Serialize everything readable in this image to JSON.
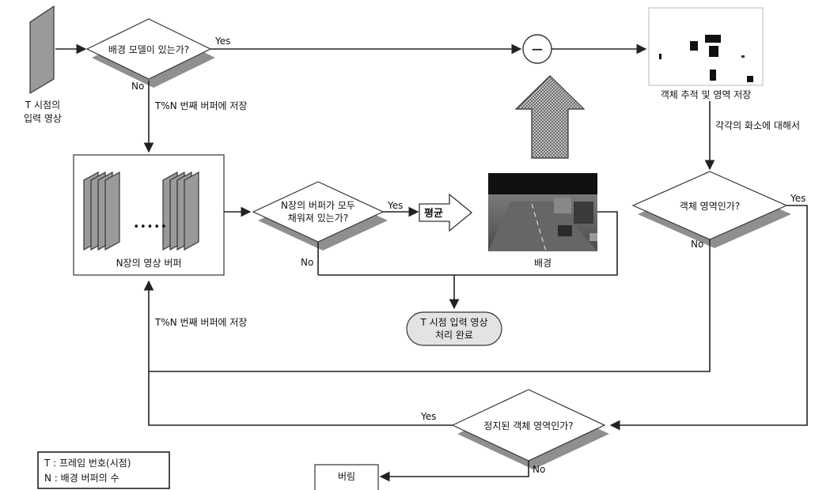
{
  "input": {
    "label_line1": "T 시점의",
    "label_line2": "입력 영상"
  },
  "decision1": {
    "text": "배경 모델이 있는가?",
    "yes": "Yes",
    "no": "No"
  },
  "store_label_top": "T%N 번째 버퍼에 저장",
  "buffer": {
    "label": "N장의 영상 버퍼",
    "dots": "•••••"
  },
  "decision2": {
    "line1": "N장의 버퍼가 모두",
    "line2": "채워져 있는가?",
    "yes": "Yes",
    "no": "No"
  },
  "average_label": "평균",
  "background_label": "배경",
  "subtract_symbol": "−",
  "tracking_label": "객체 추적 및 영역 저장",
  "per_pixel_label": "각각의 화소에 대해서",
  "decision3": {
    "text": "객체 영역인가?",
    "yes": "Yes",
    "no": "No"
  },
  "done": {
    "line1": "T 시점 입력 영상",
    "line2": "처리 완료"
  },
  "store_label_bottom": "T%N 번째 버퍼에 저장",
  "decision4": {
    "text": "정지된 객체 영역인가?",
    "yes": "Yes",
    "no": "No"
  },
  "discard_label": "버림",
  "legend": {
    "line1": "T : 프레임 번호(시점)",
    "line2": "N : 배경 버퍼의 수"
  }
}
